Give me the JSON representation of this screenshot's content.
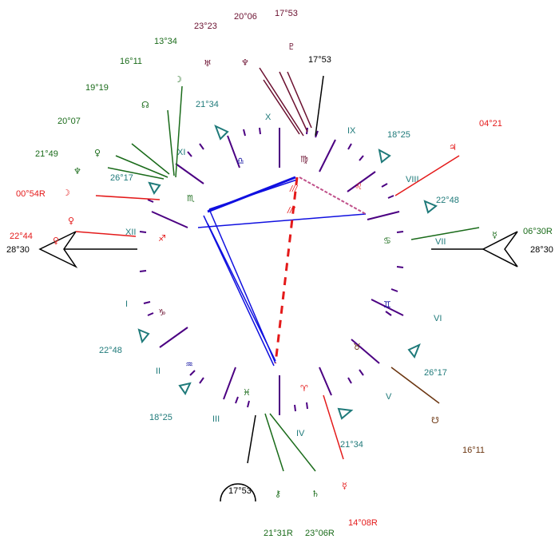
{
  "colors": {
    "purple": "#4b0082",
    "teal": "#1f7a7a",
    "green": "#1a6b1a",
    "red": "#e41a1a",
    "maroon": "#6b1030",
    "brown": "#6b3510",
    "black": "#000000",
    "blue": "#1010e0",
    "pink": "#c0508a"
  },
  "axis": {
    "asc_label": "28°30",
    "dsc_label": "28°30"
  },
  "houses": [
    "I",
    "II",
    "III",
    "IV",
    "V",
    "VI",
    "VII",
    "VIII",
    "IX",
    "X",
    "XI",
    "XII"
  ],
  "sign_glyphs": {
    "libra": "♎",
    "virgo": "♍",
    "leo": "♌",
    "cancer": "♋",
    "gemini": "♊",
    "taurus": "♉",
    "aries": "♈",
    "pisces": "♓",
    "aquarius": "♒",
    "capricorn": "♑",
    "sagittarius": "♐",
    "scorpio": "♏"
  },
  "cusp_degrees": {
    "c1": "18°25",
    "c2": "22°48",
    "c3": "26°17",
    "c4": "26°17",
    "c5": "22°48",
    "c6": "18°25"
  },
  "planets": {
    "uranus_deg": "23°23",
    "neptune_top_deg": "20°06",
    "pluto_deg": "17°53",
    "mc_deg": "17°53",
    "moon_deg": "13°34",
    "node_deg": "16°11",
    "lilith_deg": "19°19",
    "ceres_deg": "20°07",
    "neptune_deg": "21°49",
    "moon_deg2": "21°34",
    "mercury_deg": "00°54R",
    "venus_deg": "22°44",
    "jupiter_deg": "04°21",
    "mars_deg": "06°30R",
    "node_south_deg": "16°11",
    "moon_bottom_deg": "21°34",
    "mercury_bottom_deg": "14°08R",
    "chiron_deg": "21°31R",
    "saturn_deg": "23°06R",
    "ic_deg": "17°53",
    "libra_deg": "26°17"
  },
  "glyphs": {
    "uranus": "♅",
    "neptune": "♆",
    "pluto": "♇",
    "jupiter": "♃",
    "saturn": "♄",
    "venus": "♀",
    "mars": "♂",
    "mercury": "☿",
    "moon": "☽",
    "chiron": "⚷",
    "node": "☊",
    "south_node": "☋",
    "trine": "△",
    "retro_mark": "///"
  }
}
